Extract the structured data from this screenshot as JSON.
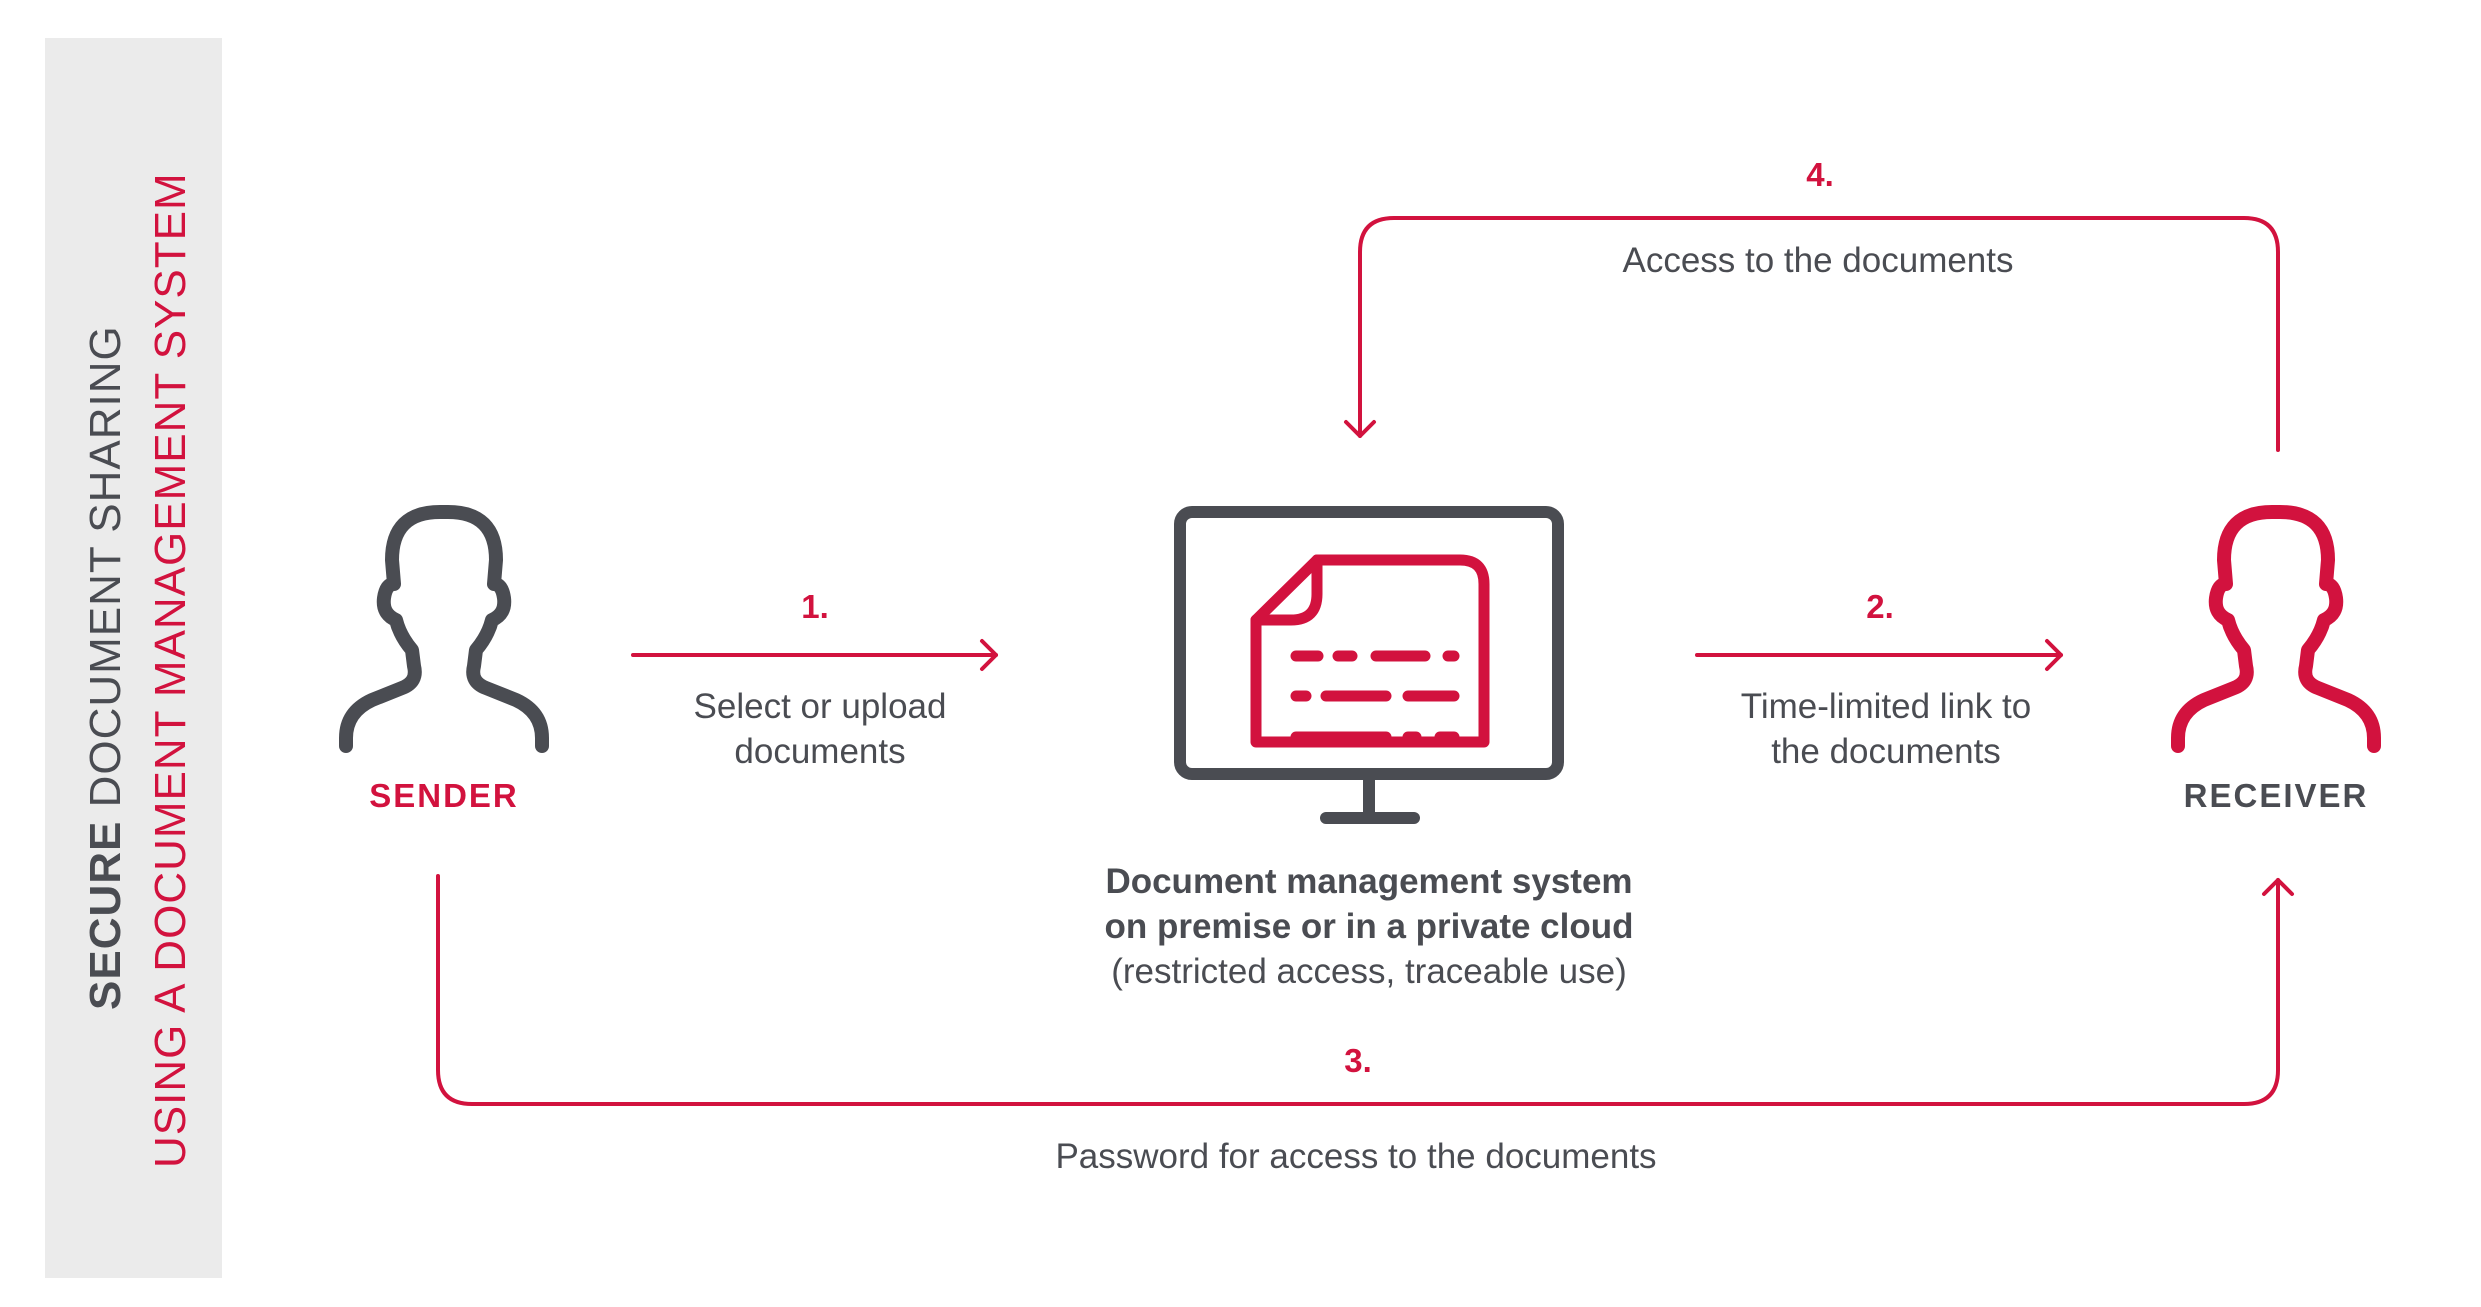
{
  "side_title": {
    "strong": "SECURE",
    "rest": " DOCUMENT SHARING",
    "subtitle": "USING A DOCUMENT MANAGEMENT SYSTEM"
  },
  "sender": {
    "label": "SENDER",
    "icon": "person-icon"
  },
  "receiver": {
    "label": "RECEIVER",
    "icon": "person-icon"
  },
  "system": {
    "icon": "monitor-document-icon",
    "line1": "Document management system",
    "line2": "on premise or in a private cloud",
    "line3": "(restricted access, traceable use)"
  },
  "steps": [
    {
      "number": "1.",
      "lines": [
        "Select or upload",
        "documents"
      ]
    },
    {
      "number": "2.",
      "lines": [
        "Time-limited link to",
        "the documents"
      ]
    },
    {
      "number": "3.",
      "lines": [
        "Password for access to the documents"
      ]
    },
    {
      "number": "4.",
      "lines": [
        "Access to the documents"
      ]
    }
  ],
  "colors": {
    "accent": "#d2123e",
    "dark": "#4a4c52",
    "band": "#ebebeb"
  }
}
